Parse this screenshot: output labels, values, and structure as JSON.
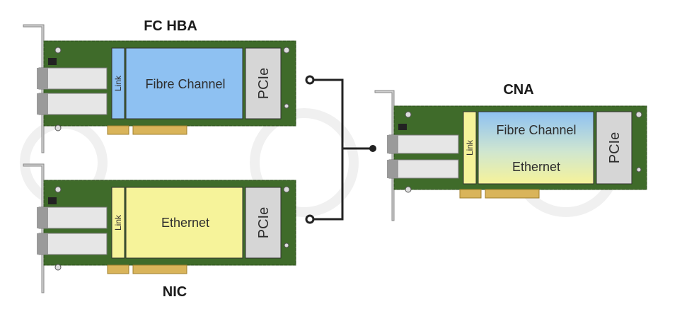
{
  "titles": {
    "fc_hba": "FC HBA",
    "nic": "NIC",
    "cna": "CNA"
  },
  "fc_hba_card": {
    "link": "Link",
    "main": "Fibre Channel",
    "bus": "PCIe"
  },
  "nic_card": {
    "link": "Link",
    "main": "Ethernet",
    "bus": "PCIe"
  },
  "cna_card": {
    "link": "Link",
    "main_top": "Fibre Channel",
    "main_bottom": "Ethernet",
    "bus": "PCIe"
  },
  "colors": {
    "pcb": "#3f6b2a",
    "fibre_channel": "#8ec1f2",
    "ethernet": "#f6f39a",
    "pcie_block": "#d6d6d6",
    "connector": "#222222"
  }
}
